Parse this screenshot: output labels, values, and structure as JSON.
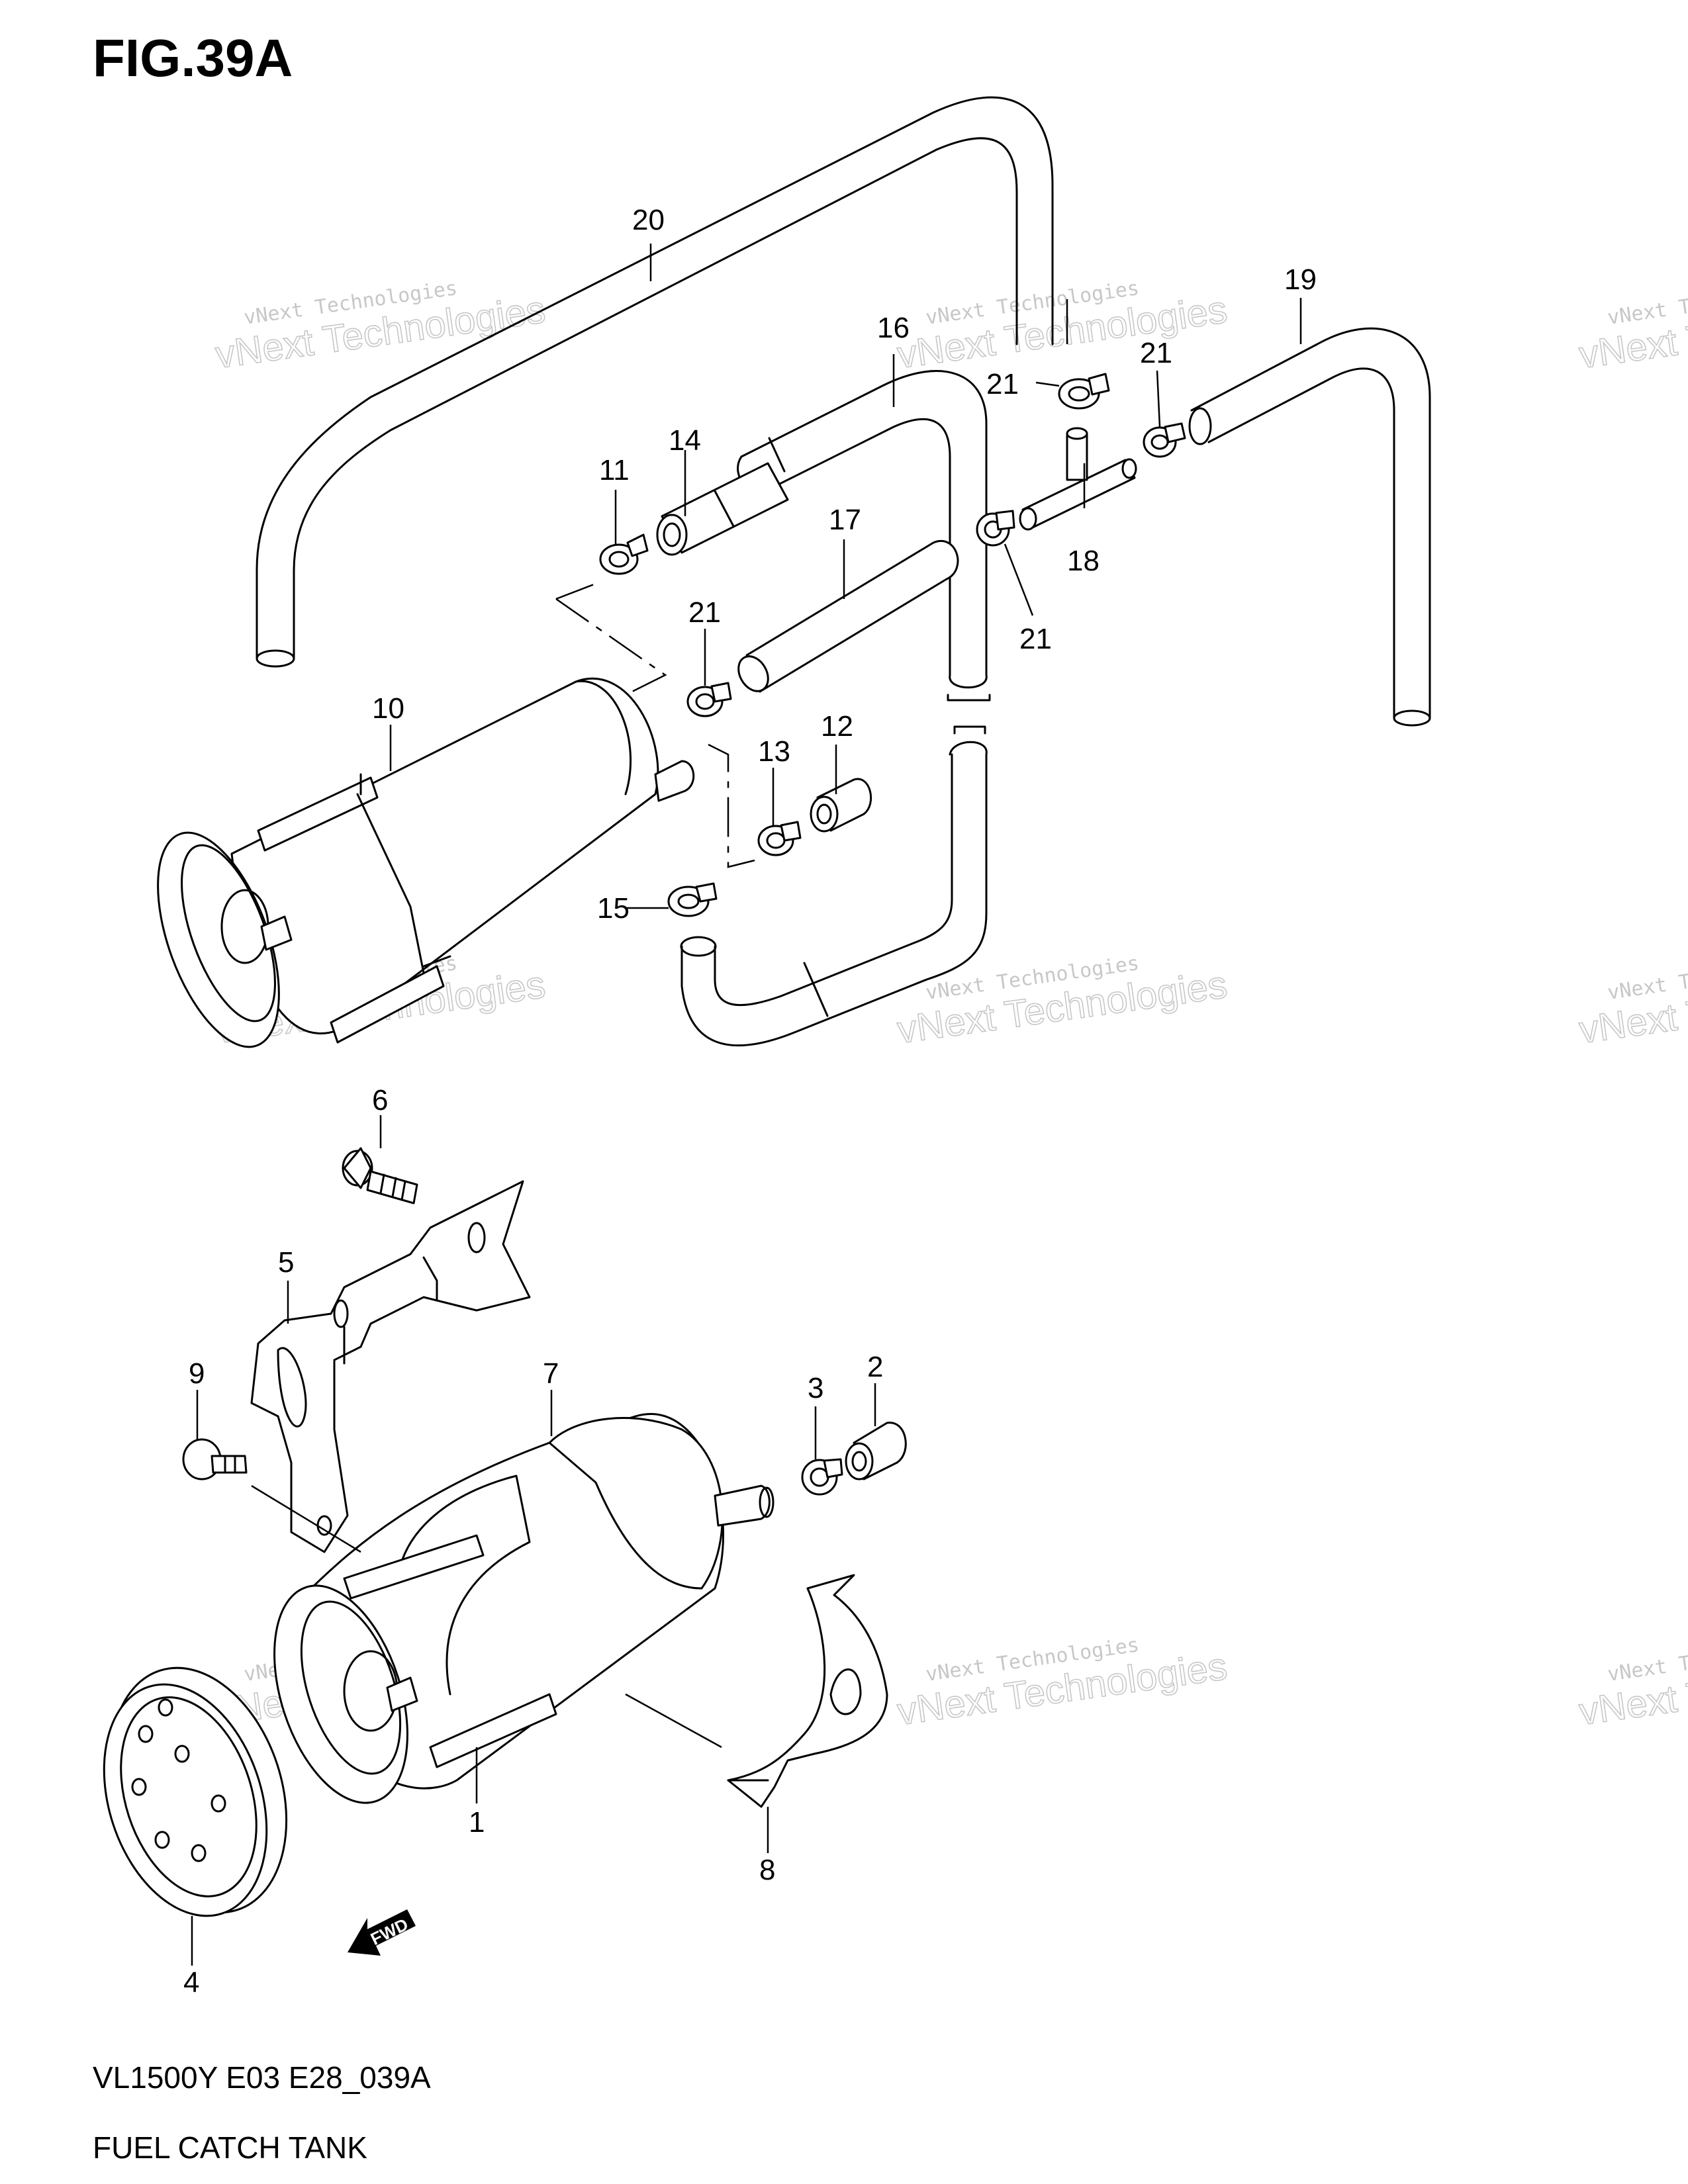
{
  "title": "FIG.39A",
  "footer": {
    "code": "VL1500Y E03 E28_039A",
    "name": "FUEL CATCH TANK"
  },
  "watermark": {
    "line1": "vNext Technologies",
    "line2": "vNext Technologies"
  },
  "fwd_label": "FWD",
  "callouts": [
    "1",
    "2",
    "3",
    "4",
    "5",
    "6",
    "7",
    "8",
    "9",
    "10",
    "11",
    "12",
    "13",
    "14",
    "15",
    "16",
    "17",
    "18",
    "19",
    "20",
    "21",
    "21",
    "21",
    "21"
  ]
}
